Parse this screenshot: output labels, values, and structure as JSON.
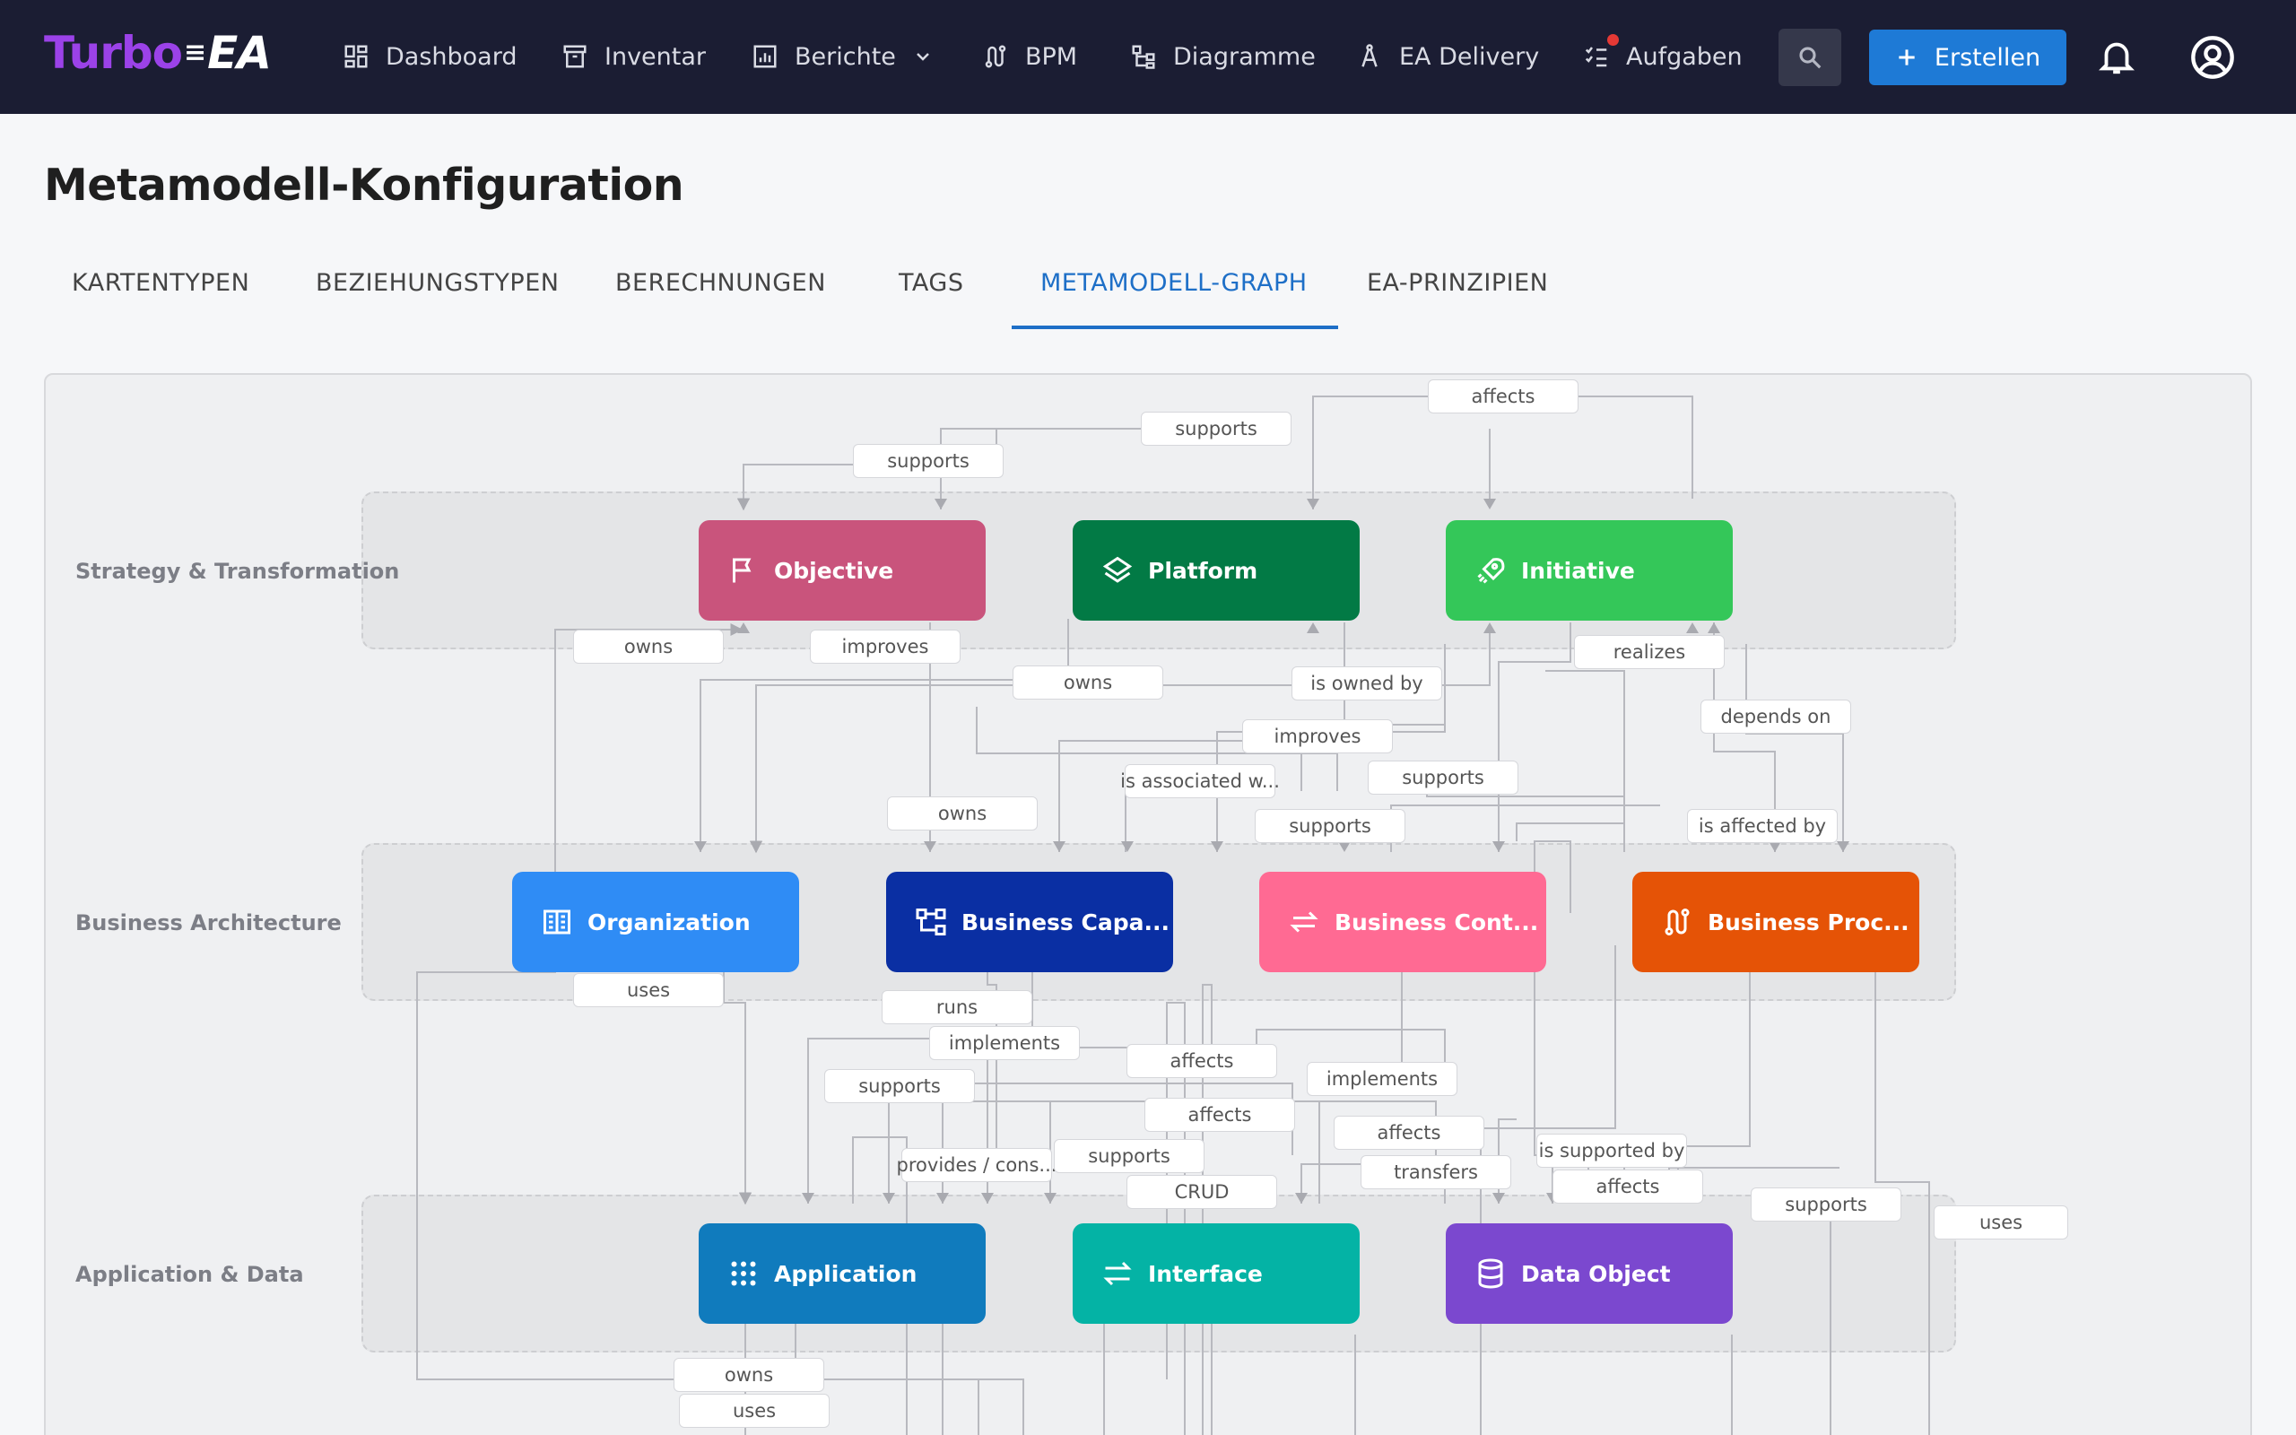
{
  "app": {
    "logo_turbo": "Turbo",
    "logo_ea": "EA"
  },
  "nav": {
    "dashboard": "Dashboard",
    "inventory": "Inventar",
    "reports": "Berichte",
    "bpm": "BPM",
    "diagrams": "Diagramme",
    "ea_delivery": "EA Delivery",
    "tasks": "Aufgaben",
    "create": "Erstellen"
  },
  "page": {
    "title": "Metamodell-Konfiguration"
  },
  "tabs": [
    {
      "label": "KARTENTYPEN",
      "active": false
    },
    {
      "label": "BEZIEHUNGSTYPEN",
      "active": false
    },
    {
      "label": "BERECHNUNGEN",
      "active": false
    },
    {
      "label": "TAGS",
      "active": false
    },
    {
      "label": "METAMODELL-GRAPH",
      "active": true
    },
    {
      "label": "EA-PRINZIPIEN",
      "active": false
    }
  ],
  "lanes": [
    {
      "label": "Strategy & Transformation"
    },
    {
      "label": "Business Architecture"
    },
    {
      "label": "Application & Data"
    }
  ],
  "nodes": [
    {
      "label": "Objective",
      "color": "#c9547c",
      "icon": "flag-icon"
    },
    {
      "label": "Platform",
      "color": "#027a45",
      "icon": "layers-icon"
    },
    {
      "label": "Initiative",
      "color": "#34c759",
      "icon": "rocket-icon"
    },
    {
      "label": "Organization",
      "color": "#2f8cf5",
      "icon": "building-icon"
    },
    {
      "label": "Business Capa...",
      "color": "#0a2fa3",
      "icon": "hierarchy-icon"
    },
    {
      "label": "Business Cont...",
      "color": "#ff6a93",
      "icon": "swap-icon"
    },
    {
      "label": "Business Proc...",
      "color": "#e55306",
      "icon": "route-icon"
    },
    {
      "label": "Application",
      "color": "#107bbd",
      "icon": "apps-icon"
    },
    {
      "label": "Interface",
      "color": "#04b3a5",
      "icon": "arrows-icon"
    },
    {
      "label": "Data Object",
      "color": "#7b48cf",
      "icon": "database-icon"
    }
  ],
  "edge_labels": [
    "affects",
    "supports",
    "supports",
    "owns",
    "improves",
    "owns",
    "is owned by",
    "realizes",
    "depends on",
    "improves",
    "is associated w...",
    "supports",
    "owns",
    "supports",
    "is affected by",
    "uses",
    "runs",
    "implements",
    "affects",
    "supports",
    "implements",
    "affects",
    "affects",
    "provides / cons...",
    "supports",
    "is supported by",
    "transfers",
    "affects",
    "CRUD",
    "supports",
    "uses",
    "owns",
    "uses"
  ],
  "colors": {
    "topbar": "#1b1d33",
    "accent": "#1e7ad6",
    "active_tab": "#1e6fc7"
  }
}
